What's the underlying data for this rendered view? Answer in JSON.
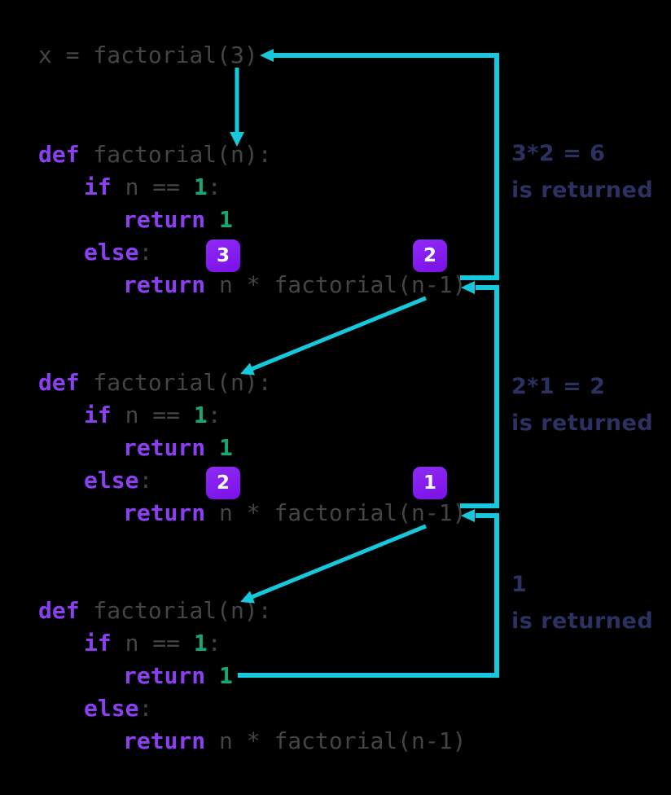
{
  "colors": {
    "background": "#000000",
    "code_text": "#444444",
    "keyword": "#8a3ff0",
    "number_literal": "#14a878",
    "arrow": "#15c8dc",
    "badge_bg_top": "#8f2cf5",
    "badge_bg_bottom": "#7b0fe8",
    "badge_text": "#ffffff",
    "annotation": "#2b3161"
  },
  "call_line": {
    "tokens": [
      {
        "text": "x = factorial(3)",
        "type": "plain"
      }
    ]
  },
  "code_blocks": [
    {
      "lines": [
        {
          "tokens": [
            {
              "text": "def",
              "type": "keyword"
            },
            {
              "text": " factorial(n):",
              "type": "plain"
            }
          ]
        },
        {
          "tokens": [
            {
              "text": "if",
              "type": "keyword"
            },
            {
              "text": " n == ",
              "type": "plain"
            },
            {
              "text": "1",
              "type": "number"
            },
            {
              "text": ":",
              "type": "plain"
            }
          ]
        },
        {
          "tokens": [
            {
              "text": "return",
              "type": "keyword"
            },
            {
              "text": " ",
              "type": "plain"
            },
            {
              "text": "1",
              "type": "number"
            }
          ]
        },
        {
          "tokens": [
            {
              "text": "else",
              "type": "keyword"
            },
            {
              "text": ":",
              "type": "plain"
            }
          ]
        },
        {
          "tokens": [
            {
              "text": "return",
              "type": "keyword"
            },
            {
              "text": " n * factorial(n-1)",
              "type": "plain"
            }
          ]
        }
      ],
      "badges": [
        {
          "value": "3"
        },
        {
          "value": "2"
        }
      ]
    },
    {
      "lines": [
        {
          "tokens": [
            {
              "text": "def",
              "type": "keyword"
            },
            {
              "text": " factorial(n):",
              "type": "plain"
            }
          ]
        },
        {
          "tokens": [
            {
              "text": "if",
              "type": "keyword"
            },
            {
              "text": " n == ",
              "type": "plain"
            },
            {
              "text": "1",
              "type": "number"
            },
            {
              "text": ":",
              "type": "plain"
            }
          ]
        },
        {
          "tokens": [
            {
              "text": "return",
              "type": "keyword"
            },
            {
              "text": " ",
              "type": "plain"
            },
            {
              "text": "1",
              "type": "number"
            }
          ]
        },
        {
          "tokens": [
            {
              "text": "else",
              "type": "keyword"
            },
            {
              "text": ":",
              "type": "plain"
            }
          ]
        },
        {
          "tokens": [
            {
              "text": "return",
              "type": "keyword"
            },
            {
              "text": " n * factorial(n-1)",
              "type": "plain"
            }
          ]
        }
      ],
      "badges": [
        {
          "value": "2"
        },
        {
          "value": "1"
        }
      ]
    },
    {
      "lines": [
        {
          "tokens": [
            {
              "text": "def",
              "type": "keyword"
            },
            {
              "text": " factorial(n):",
              "type": "plain"
            }
          ]
        },
        {
          "tokens": [
            {
              "text": "if",
              "type": "keyword"
            },
            {
              "text": " n == ",
              "type": "plain"
            },
            {
              "text": "1",
              "type": "number"
            },
            {
              "text": ":",
              "type": "plain"
            }
          ]
        },
        {
          "tokens": [
            {
              "text": "return",
              "type": "keyword"
            },
            {
              "text": " ",
              "type": "plain"
            },
            {
              "text": "1",
              "type": "number"
            }
          ]
        },
        {
          "tokens": [
            {
              "text": "else",
              "type": "keyword"
            },
            {
              "text": ":",
              "type": "plain"
            }
          ]
        },
        {
          "tokens": [
            {
              "text": "return",
              "type": "keyword"
            },
            {
              "text": " n * factorial(n-1)",
              "type": "plain"
            }
          ]
        }
      ],
      "badges": []
    }
  ],
  "annotations": [
    {
      "value": "3*2 = 6",
      "label": "is returned"
    },
    {
      "value": "2*1 = 2",
      "label": "is returned"
    },
    {
      "value": "1",
      "label": "is returned"
    }
  ]
}
